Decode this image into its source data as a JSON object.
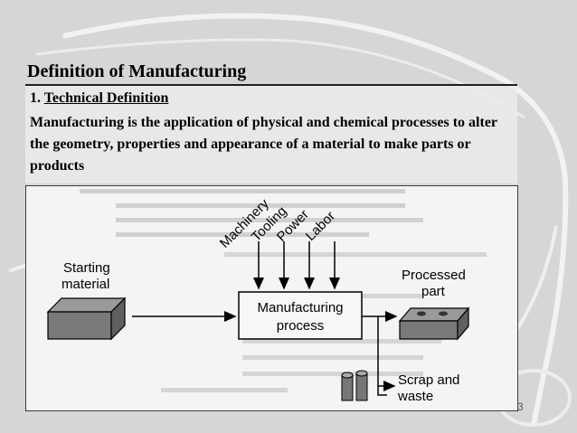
{
  "slide": {
    "title": "Definition of Manufacturing",
    "subhead_number": "1.",
    "subhead_label": "Technical Definition",
    "definition": "Manufacturing is the application of physical and chemical processes to alter the geometry, properties and appearance of a material to make parts or products",
    "page_number": "3"
  },
  "diagram": {
    "input_label_1": "Starting",
    "input_label_2": "material",
    "process_label_1": "Manufacturing",
    "process_label_2": "process",
    "output_label_1": "Processed",
    "output_label_2": "part",
    "waste_label_1": "Scrap and",
    "waste_label_2": "waste",
    "inputs": [
      "Machinery",
      "Tooling",
      "Power",
      "Labor"
    ]
  },
  "colors": {
    "background": "#d9d9d9",
    "definition_box": "#ebebeb",
    "diagram_bg": "#f4f4f4",
    "ink": "#000000"
  }
}
